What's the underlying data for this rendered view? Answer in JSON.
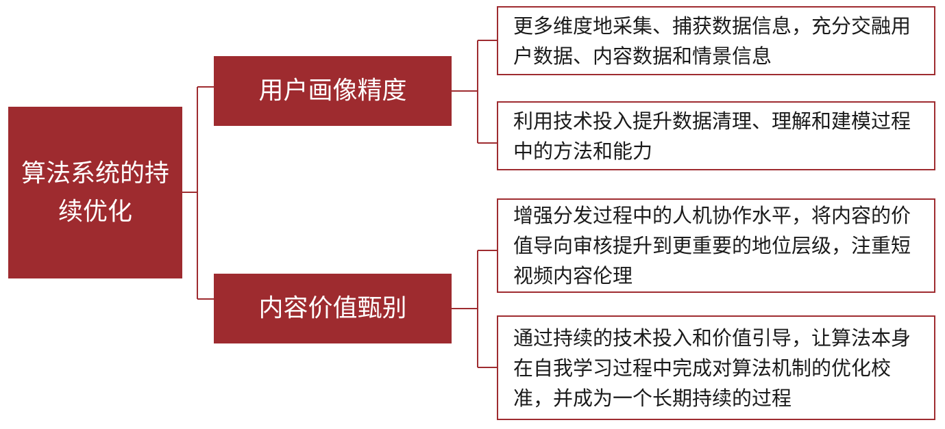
{
  "colors": {
    "node_fill": "#9e2b2f",
    "leaf_border": "#9e2b2f",
    "connector": "#9e2b2f",
    "leaf_text": "#1a1a1a"
  },
  "root": {
    "label": "算法系统的持续优化"
  },
  "branches": [
    {
      "label": "用户画像精度",
      "leaves": [
        "更多维度地采集、捕获数据信息，充分交融用户数据、内容数据和情景信息",
        "利用技术投入提升数据清理、理解和建模过程中的方法和能力"
      ]
    },
    {
      "label": "内容价值甄别",
      "leaves": [
        "增强分发过程中的人机协作水平，将内容的价值导向审核提升到更重要的地位层级，注重短视频内容伦理",
        "通过持续的技术投入和价值引导，让算法本身在自我学习过程中完成对算法机制的优化校准，并成为一个长期持续的过程"
      ]
    }
  ]
}
